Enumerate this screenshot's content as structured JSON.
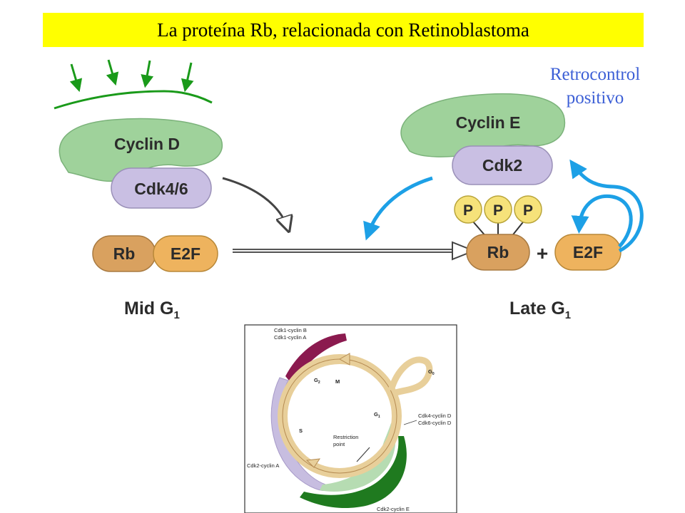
{
  "title": "La proteína Rb, relacionada con Retinoblastoma",
  "feedback_label": {
    "line1": "Retrocontrol",
    "line2": "positivo"
  },
  "main_diagram": {
    "mid": {
      "cyclin": "Cyclin D",
      "cdk": "Cdk4/6",
      "rb": "Rb",
      "e2f": "E2F",
      "phase": "Mid G",
      "phase_sub": "1"
    },
    "late": {
      "cyclin": "Cyclin E",
      "cdk": "Cdk2",
      "phosphate": "P",
      "rb": "Rb",
      "plus": "+",
      "e2f": "E2F",
      "phase": "Late G",
      "phase_sub": "1"
    }
  },
  "cycle_diagram": {
    "cdk1_b": "Cdk1-cyclin B",
    "cdk1_a": "Cdk1-cyclin A",
    "g0": "G",
    "g0_sub": "0",
    "g2": "G",
    "g2_sub": "2",
    "m": "M",
    "g1": "G",
    "g1_sub": "1",
    "s": "S",
    "restriction_1": "Restriction",
    "restriction_2": "point",
    "cdk4_d": "Cdk4-cyclin D",
    "cdk6_d": "Cdk6-cyclin D",
    "cdk2_a": "Cdk2-cyclin A",
    "cdk2_e": "Cdk2-cyclin E"
  },
  "colors": {
    "title_bg": "#ffff00",
    "green_signal": "#1a9a1a",
    "cyclin_fill": "#9fd29b",
    "cdk_fill": "#c9bfe3",
    "rb_fill": "#d9a15f",
    "phosphate_fill": "#f6e27a",
    "feedback_arrow": "#1da0e6",
    "feedback_text": "#3c5fd6"
  }
}
